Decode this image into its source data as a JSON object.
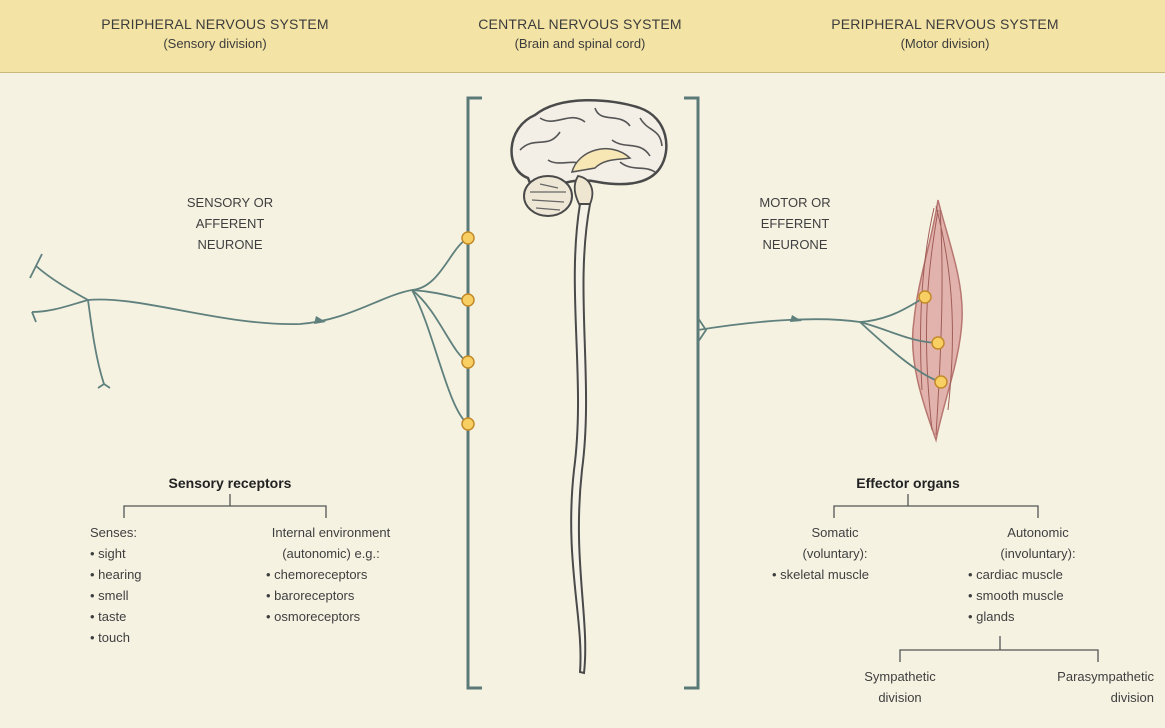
{
  "header": {
    "left": {
      "title": "PERIPHERAL NERVOUS SYSTEM",
      "subtitle": "(Sensory division)"
    },
    "center": {
      "title": "CENTRAL NERVOUS SYSTEM",
      "subtitle": "(Brain and spinal cord)"
    },
    "right": {
      "title": "PERIPHERAL NERVOUS SYSTEM",
      "subtitle": "(Motor division)"
    }
  },
  "sensory_neurone": [
    "SENSORY OR",
    "AFFERENT",
    "NEURONE"
  ],
  "motor_neurone": [
    "MOTOR OR",
    "EFFERENT",
    "NEURONE"
  ],
  "sensory_receptors": {
    "title": "Sensory receptors",
    "senses": {
      "heading": "Senses:",
      "items": [
        "sight",
        "hearing",
        "smell",
        "taste",
        "touch"
      ]
    },
    "internal": {
      "heading": [
        "Internal environment",
        "(autonomic) e.g.:"
      ],
      "items": [
        "chemoreceptors",
        "baroreceptors",
        "osmoreceptors"
      ]
    }
  },
  "effector_organs": {
    "title": "Effector organs",
    "somatic": {
      "heading": [
        "Somatic",
        "(voluntary):"
      ],
      "items": [
        "skeletal muscle"
      ]
    },
    "autonomic": {
      "heading": [
        "Autonomic",
        "(involuntary):"
      ],
      "items": [
        "cardiac muscle",
        "smooth muscle",
        "glands"
      ]
    },
    "sympathetic": [
      "Sympathetic",
      "division"
    ],
    "parasympathetic": [
      "Parasympathetic",
      "division"
    ]
  },
  "colors": {
    "header_bg": "#f3e3a4",
    "background": "#f5f2e2",
    "nerve": "#5f807c",
    "synapse": "#f7cf63",
    "muscle": "#d9a09a"
  }
}
